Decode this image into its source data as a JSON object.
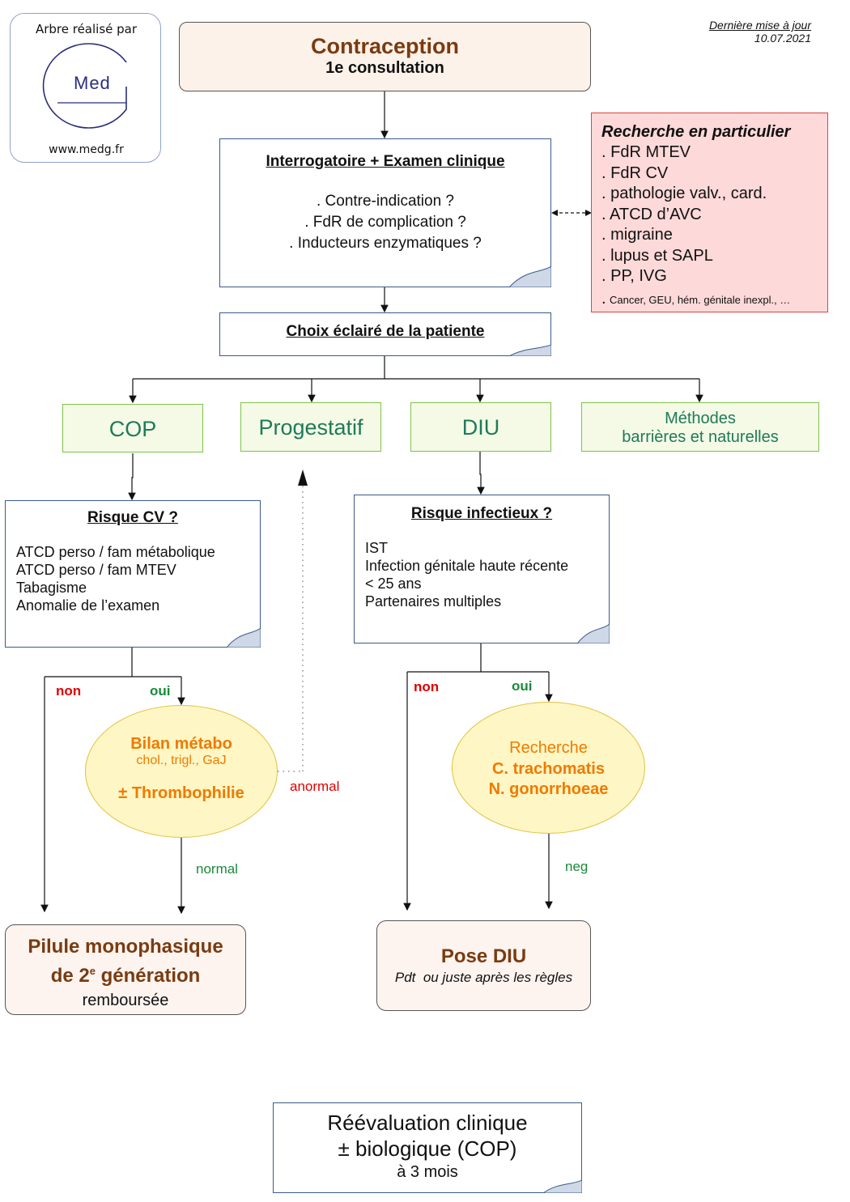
{
  "logo": {
    "top_text": "Arbre réalisé par",
    "mark": "Med",
    "url": "www.medg.fr"
  },
  "update": {
    "label": "Dernière mise à jour",
    "date": "10.07.2021"
  },
  "title": {
    "main": "Contraception",
    "sub": "1e consultation"
  },
  "exam": {
    "heading": "Interrogatoire + Examen clinique",
    "items": [
      ". Contre-indication ?",
      ". FdR de complication ?",
      ". Inducteurs enzymatiques ?"
    ]
  },
  "research": {
    "heading": "Recherche en particulier",
    "items": [
      ". FdR MTEV",
      ". FdR CV",
      ". pathologie valv., card.",
      ". ATCD d’AVC",
      ". migraine",
      ". lupus et SAPL",
      ". PP, IVG"
    ],
    "small_prefix": ".",
    "small_item": "Cancer, GEU, hém. génitale inexpl., …"
  },
  "choice": "Choix éclairé de la patiente",
  "options": {
    "cop": "COP",
    "progestatif": "Progestatif",
    "diu": "DIU",
    "methodes_line1": "Méthodes",
    "methodes_line2": "barrières et naturelles"
  },
  "risk_cv": {
    "heading": "Risque CV ?",
    "items": [
      "ATCD perso / fam métabolique",
      "ATCD perso / fam MTEV",
      "Tabagisme",
      "Anomalie de l’examen"
    ]
  },
  "risk_inf": {
    "heading": "Risque infectieux ?",
    "items": [
      "IST",
      "Infection génitale haute récente",
      "< 25 ans",
      "Partenaires multiples"
    ]
  },
  "labels": {
    "non_left": "non",
    "oui_left": "oui",
    "non_right": "non",
    "oui_right": "oui",
    "anormal": "anormal",
    "normal": "normal",
    "neg": "neg"
  },
  "bilan": {
    "title": "Bilan métabo",
    "sub": "chol., trigl., GaJ",
    "thrombo": "± Thrombophilie"
  },
  "recherche": {
    "line1": "Recherche",
    "line2": "C. trachomatis",
    "line3": "N. gonorrhoeae"
  },
  "pilule": {
    "line1": "Pilule monophasique",
    "line2_pre": "de 2",
    "line2_sup": "e",
    "line2_post": " génération",
    "line3": "remboursée"
  },
  "pose": {
    "title": "Pose DIU",
    "sub": "Pdt  ou juste après les règles"
  },
  "reeval": {
    "line1": "Réévaluation clinique",
    "line2": "± biologique (COP)",
    "line3": "à 3 mois"
  },
  "colors": {
    "brown": "#7a3b10",
    "orange": "#f07a00",
    "green": "#1a8a3a",
    "red": "#e00000",
    "note_border": "#3a5a8c"
  }
}
